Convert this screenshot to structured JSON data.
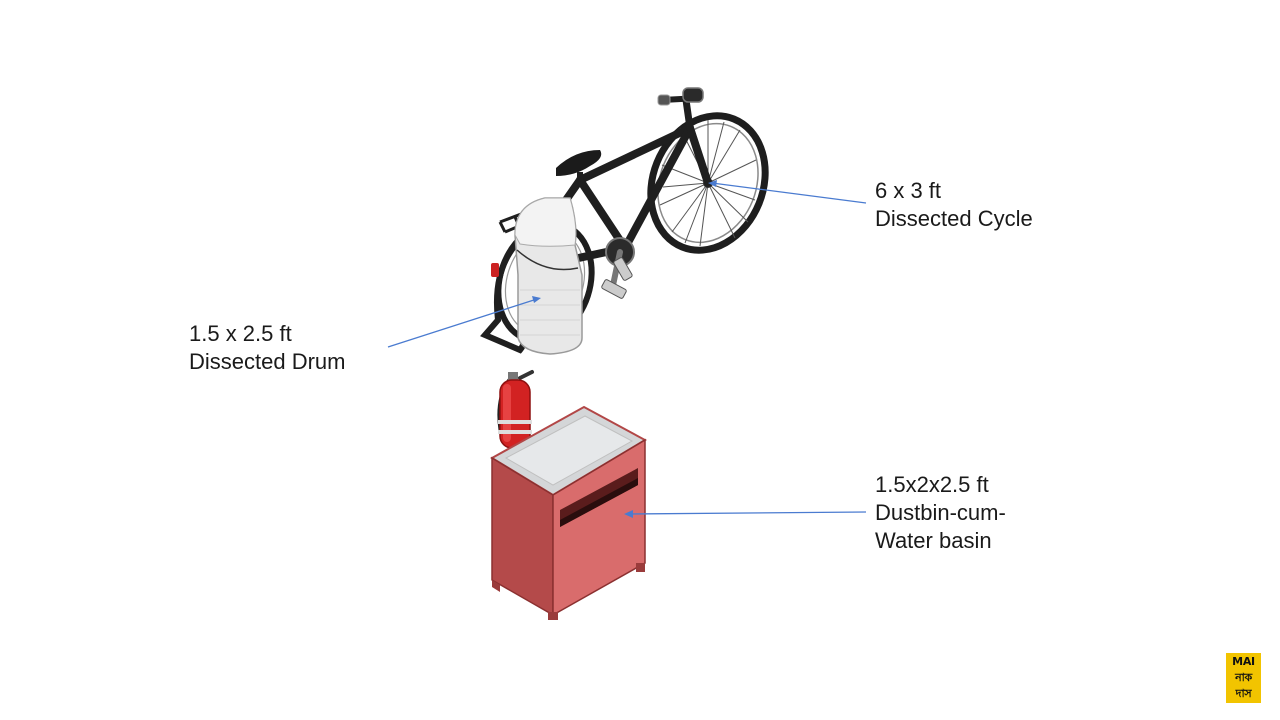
{
  "labels": {
    "drum": {
      "size": "1.5 x 2.5 ft",
      "name": "Dissected Drum"
    },
    "cycle": {
      "size": "6 x 3 ft",
      "name": "Dissected Cycle"
    },
    "basin": {
      "size": "1.5x2x2.5 ft",
      "name_line1": "Dustbin-cum-",
      "name_line2": "Water basin"
    }
  },
  "logo": {
    "line1": "MAI",
    "line2": "নাক",
    "line3": "দাস"
  },
  "colors": {
    "leader_line": "#4a7bd0",
    "basin_front": "#d86b6b",
    "basin_side": "#b84e4e",
    "basin_top": "#dcdcdc",
    "extinguisher": "#cc1f1f",
    "drum": "#e6e6e6",
    "bicycle_frame": "#222222",
    "logo_bg": "#f2c400"
  },
  "icons": [
    "bicycle-icon",
    "drum-icon",
    "fire-extinguisher-icon",
    "dustbin-basin-icon"
  ]
}
